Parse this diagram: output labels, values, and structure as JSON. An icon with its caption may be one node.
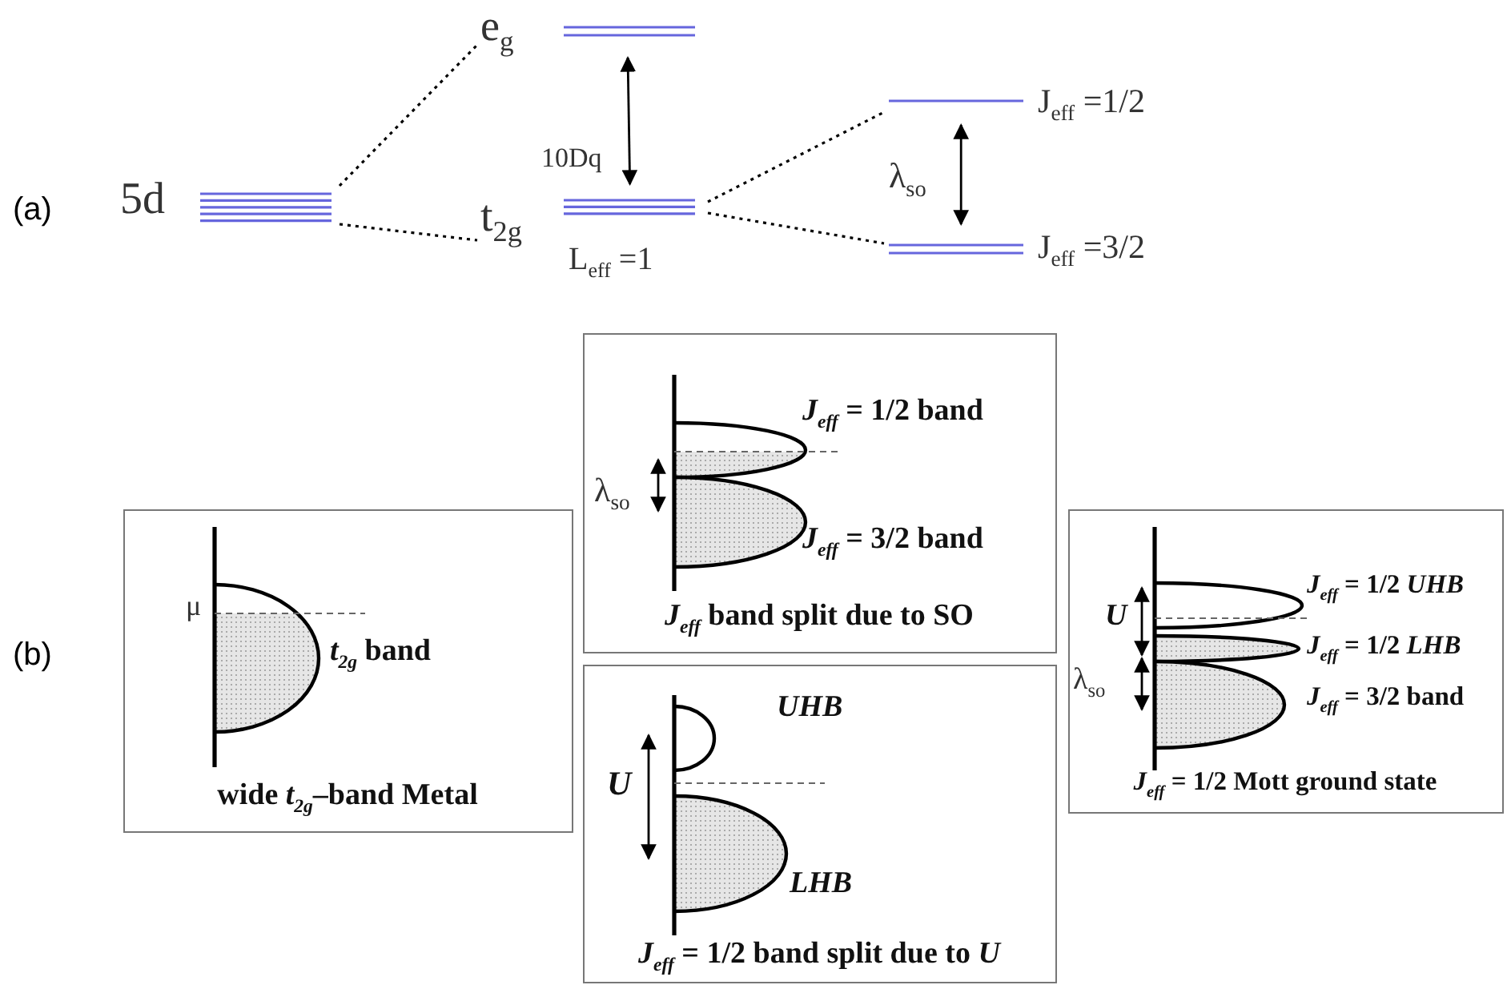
{
  "diagram": {
    "nodes": [
      {
        "text": [
          "5d"
        ]
      },
      {
        "text": [
          "e$_{g}$"
        ]
      },
      {
        "text": [
          "t$_{2g}$",
          "L$_{eff}$ =1"
        ]
      },
      {
        "text": [
          "J$_{eff}$ =1/2"
        ]
      },
      {
        "text": [
          "J$_{eff}$ =3/2"
        ]
      },
      {
        "text": [
          "μ",
          "*t*$_{2g}$ band",
          "wide *t*$_{2g}$–band Metal"
        ]
      },
      {
        "text": [
          "λ$_{so}$",
          "*J*$_{eff}$ = 1/2 band",
          "*J*$_{eff}$ = 3/2 band",
          "*J*$_{eff}$ band split due to SO"
        ]
      },
      {
        "text": [
          "U",
          "UHB",
          "LHB",
          "*J*$_{eff}$ = 1/2 band split due to *U*"
        ]
      },
      {
        "text": [
          "U",
          "λ$_{so}$",
          "*J*$_{eff}$ = 1/2 *UHB*",
          "*J*$_{eff}$ = 1/2 *LHB*",
          "*J*$_{eff}$ = 3/2 band",
          "*J*$_{eff}$ = 1/2 Mott ground state"
        ]
      }
    ],
    "edges": [
      {
        "from": 0,
        "to": 1,
        "arrow": "none",
        "style": "dashed"
      },
      {
        "from": 0,
        "to": 2,
        "arrow": "none",
        "style": "dashed"
      },
      {
        "from": 2,
        "to": 3,
        "arrow": "none",
        "style": "dashed"
      },
      {
        "from": 2,
        "to": 4,
        "arrow": "none",
        "style": "dashed"
      },
      {
        "from": 1,
        "to": 2,
        "arrow": "both",
        "label": "10Dq"
      },
      {
        "from": 3,
        "to": 4,
        "arrow": "both",
        "label": "λ$_{so}$"
      }
    ],
    "labels": [
      "(a)",
      "(b)"
    ]
  }
}
